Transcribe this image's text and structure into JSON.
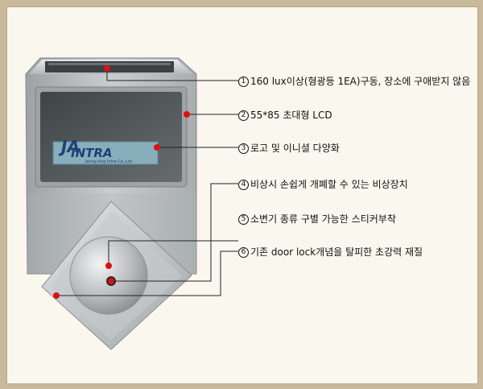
{
  "logo": {
    "brand": "INTRA",
    "company": "Jeong Ang Intra Co.,Ltd."
  },
  "callouts": [
    {
      "number": "1",
      "text": "160 lux이상(형광등 1EA)구동, 장소에 구애받지 않음"
    },
    {
      "number": "2",
      "text": "55*85 초대형 LCD"
    },
    {
      "number": "3",
      "text": "로고 및 이니셜 다양화"
    },
    {
      "number": "4",
      "text": "비상시 손쉽게 개폐할 수 있는 비상장치"
    },
    {
      "number": "5",
      "text": "소변기 종류 구별 가능한 스티커부착"
    },
    {
      "number": "6",
      "text": "기존 door lock개념을 탈피한 초강력 재질"
    }
  ],
  "colors": {
    "background": "#c8b89c",
    "panel": "#faf7ef",
    "marker": "#dd1111",
    "device_body": "#b8bcbf",
    "lcd": "#54595c",
    "logo_band": "#7fa9b6"
  }
}
